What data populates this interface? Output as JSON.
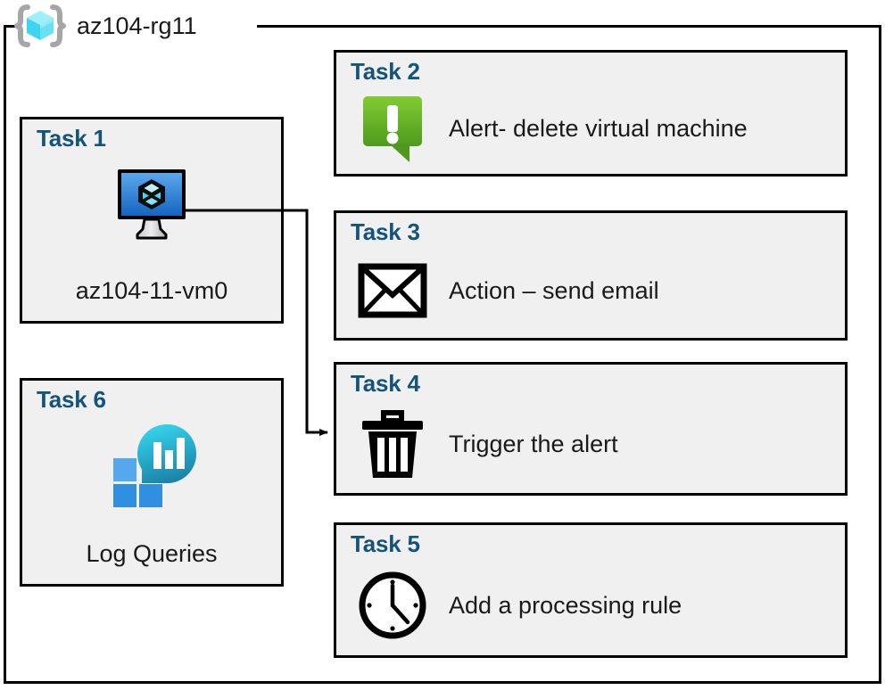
{
  "resource_group": {
    "name": "az104-rg11",
    "icon": "resource-group-cube-icon"
  },
  "cards": [
    {
      "id": "task1",
      "title": "Task 1",
      "caption": "az104-11-vm0",
      "icon": "virtual-machine-icon",
      "layout": "vertical"
    },
    {
      "id": "task2",
      "title": "Task 2",
      "caption": "Alert- delete virtual machine",
      "icon": "alert-exclamation-icon",
      "layout": "horizontal"
    },
    {
      "id": "task3",
      "title": "Task 3",
      "caption": "Action – send email",
      "icon": "envelope-icon",
      "layout": "horizontal"
    },
    {
      "id": "task4",
      "title": "Task 4",
      "caption": "Trigger the alert",
      "icon": "trash-can-icon",
      "layout": "horizontal"
    },
    {
      "id": "task5",
      "title": "Task 5",
      "caption": "Add a processing rule",
      "icon": "clock-icon",
      "layout": "horizontal"
    },
    {
      "id": "task6",
      "title": "Task 6",
      "caption": "Log Queries",
      "icon": "log-analytics-icon",
      "layout": "vertical"
    }
  ],
  "connector": {
    "from": "task1-virtual-machine-icon",
    "to": "task4",
    "arrow": "arrowhead-right"
  },
  "colors": {
    "title_blue": "#12547E",
    "card_fill": "#f0f0f0",
    "border_black": "#000000",
    "alert_green_light": "#7DC832",
    "alert_green_dark": "#4E9A1E",
    "vm_blue_light": "#4A9BE8",
    "vm_blue_dark": "#1565C0",
    "cube_cyan": "#6FE2F5",
    "log_square_blue": "#2F8FE0",
    "log_square_blue_light": "#55A8EC",
    "log_circle_cyan": "#2FCCE8",
    "log_circle_teal": "#1B85A8",
    "rg_cube_cyan": "#86E8F7",
    "rg_bracket_gray": "#A6A6A6",
    "text_black": "#1a1a1a"
  }
}
